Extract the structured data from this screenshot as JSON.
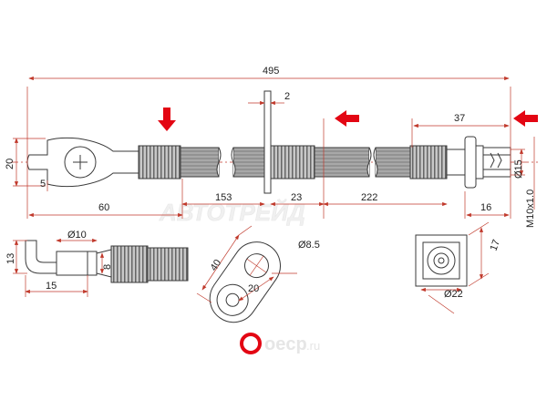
{
  "dimensions": {
    "total_length": "495",
    "bracket_thickness": "2",
    "end_fitting_length": "37",
    "eye_height": "20",
    "eye_offset": "5",
    "left_section": "60",
    "sec_153": "153",
    "sec_23": "23",
    "sec_222": "222",
    "hex_width": "16",
    "thread_dia": "Ø15",
    "thread_spec": "M10x1.0",
    "side_view_height": "13",
    "side_view_dia": "Ø10",
    "side_view_8": "8",
    "side_view_15": "15",
    "bracket_length": "40",
    "bracket_hole": "Ø8.5",
    "bracket_width": "20",
    "fitting_size": "17",
    "fitting_dia": "Ø22"
  },
  "watermark": {
    "brand": "АВТОТРЕЙД",
    "logo_text": "oecp",
    "domain": ".ru"
  },
  "colors": {
    "line": "#3a3a3a",
    "dim_line": "#c0392b",
    "arrow": "#e30613",
    "hose_fill": "#9a9a9a",
    "logo_red": "#e30613"
  }
}
